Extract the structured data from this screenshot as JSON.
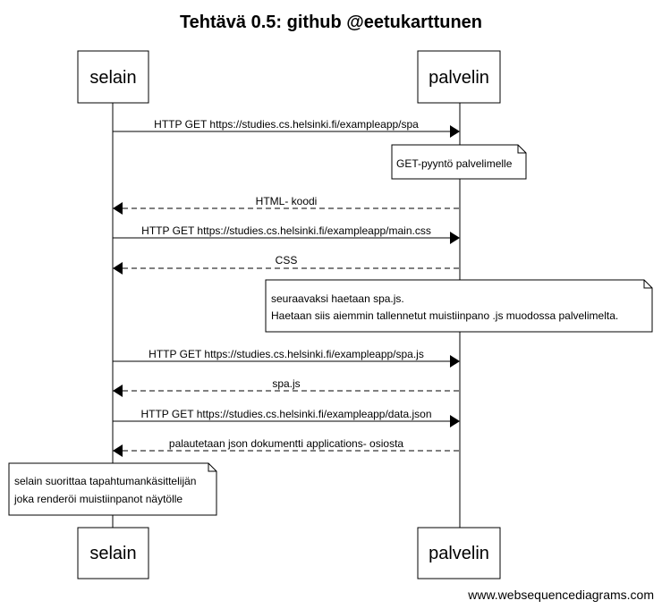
{
  "title": "Tehtävä 0.5: github @eetukarttunen",
  "actors": {
    "client": "selain",
    "server": "palvelin"
  },
  "messages": [
    {
      "text": "HTTP GET https://studies.cs.helsinki.fi/exampleapp/spa",
      "direction": "to-server",
      "style": "solid"
    },
    {
      "text": "HTML- koodi",
      "direction": "to-client",
      "style": "dashed"
    },
    {
      "text": "HTTP GET https://studies.cs.helsinki.fi/exampleapp/main.css",
      "direction": "to-server",
      "style": "solid"
    },
    {
      "text": "CSS",
      "direction": "to-client",
      "style": "dashed"
    },
    {
      "text": "HTTP GET https://studies.cs.helsinki.fi/exampleapp/spa.js",
      "direction": "to-server",
      "style": "solid"
    },
    {
      "text": "spa.js",
      "direction": "to-client",
      "style": "dashed"
    },
    {
      "text": "HTTP GET https://studies.cs.helsinki.fi/exampleapp/data.json",
      "direction": "to-server",
      "style": "solid"
    },
    {
      "text": "palautetaan json dokumentti applications- osiosta",
      "direction": "to-client",
      "style": "dashed"
    }
  ],
  "notes": [
    {
      "lines": [
        "GET-pyyntö palvelimelle"
      ]
    },
    {
      "lines": [
        "seuraavaksi haetaan spa.js.",
        "Haetaan siis aiemmin tallennetut muistiinpano .js muodossa palvelimelta."
      ]
    },
    {
      "lines": [
        "selain suorittaa tapahtumankäsittelijän",
        "joka renderöi muistiinpanot näytölle"
      ]
    }
  ],
  "footer": "www.websequencediagrams.com"
}
